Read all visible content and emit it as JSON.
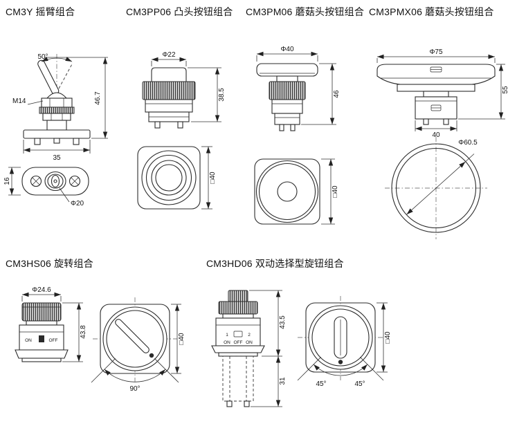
{
  "page": {
    "background": "#ffffff",
    "line_color": "#2a2a2a"
  },
  "sections": {
    "cm3y": {
      "title": "CM3Y 摇臂组合",
      "dims": {
        "angle": "50°",
        "thread": "M14",
        "height": "46.7",
        "width": "35",
        "depth": "16",
        "lever_dia": "Φ20"
      }
    },
    "cm3pp06": {
      "title": "CM3PP06 凸头按钮组合",
      "dims": {
        "cap_dia": "Φ22",
        "height": "38.5",
        "square": "□40"
      }
    },
    "cm3pm06": {
      "title": "CM3PM06 蘑菇头按钮组合",
      "dims": {
        "cap_dia": "Φ40",
        "height": "46",
        "square": "□40"
      }
    },
    "cm3pmx06": {
      "title": "CM3PMX06 蘑菇头按钮组合",
      "dims": {
        "cap_dia": "Φ75",
        "height": "55",
        "body_width": "40",
        "face_dia": "Φ60.5"
      }
    },
    "cm3hs06": {
      "title": "CM3HS06 旋转组合",
      "dims": {
        "knob_dia": "Φ24.6",
        "height": "43.8",
        "square": "□40",
        "rotation": "90°"
      },
      "labels": {
        "on": "ON",
        "off": "OFF"
      }
    },
    "cm3hd06": {
      "title": "CM3HD06 双动选择型旋钮组合",
      "dims": {
        "height": "43.5",
        "lower_height": "31",
        "square": "□40",
        "angle_left": "45°",
        "angle_right": "45°"
      },
      "labels": {
        "pos1": "1",
        "pos2": "2",
        "on_left": "ON",
        "off": "OFF",
        "on_right": "ON"
      }
    }
  }
}
